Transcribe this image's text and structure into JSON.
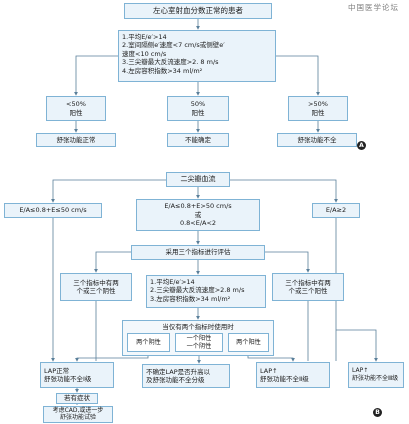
{
  "watermark": "中国医学论坛",
  "panel_a": {
    "label": "A",
    "title": "左心室射血分数正常的患者",
    "criteria": [
      "1.平均E/e′>14",
      "2.室间隔侧e′速度<7 cm/s或侧壁e′",
      "速度<10 cm/s",
      "3.三尖瓣最大反流速度>2. 8 m/s",
      "4.左房容积指数>34 ml/m²"
    ],
    "branches": [
      {
        "pct": "<50%",
        "pos": "阳性",
        "result": "舒张功能正常"
      },
      {
        "pct": "50%",
        "pos": "阳性",
        "result": "不能确定"
      },
      {
        "pct": ">50%",
        "pos": "阳性",
        "result": "舒张功能不全"
      }
    ]
  },
  "panel_b": {
    "label": "B",
    "title": "二尖瓣血流",
    "left_cond": "E/A≤0.8+E≤50 cm/s",
    "mid_cond": [
      "E/A≤0.8+E>50 cm/s",
      "或",
      "0.8<E/A<2"
    ],
    "right_cond": "E/A≥2",
    "evaluate": "采用三个指标进行评估",
    "side_left": [
      "三个指标中有两",
      "个或三个阴性"
    ],
    "side_right": [
      "三个指标中有两",
      "个或三个阳性"
    ],
    "criteria": [
      "1.平均E/e′>14",
      "2.三尖瓣最大反流速度>2.8 m/s",
      "3.左房容积指数>34 ml/m²"
    ],
    "only_two": "当仅有两个指标时使用时",
    "two_neg": "两个阴性",
    "one_each": [
      "一个阳性",
      "一个阴性"
    ],
    "two_pos": "两个阳性",
    "result_1": [
      "LAP正常",
      "舒张功能不全Ⅰ级"
    ],
    "result_2": [
      "不确定LAP是否升高以",
      "及舒张功能不全分级"
    ],
    "result_3": [
      "LAP↑",
      "舒张功能不全Ⅱ级"
    ],
    "result_4": [
      "LAP↑",
      "舒张功能不全Ⅲ级"
    ],
    "symptom": "若有症状",
    "consider": [
      "考虑CAD,或进一步",
      "舒张功能试验"
    ]
  }
}
